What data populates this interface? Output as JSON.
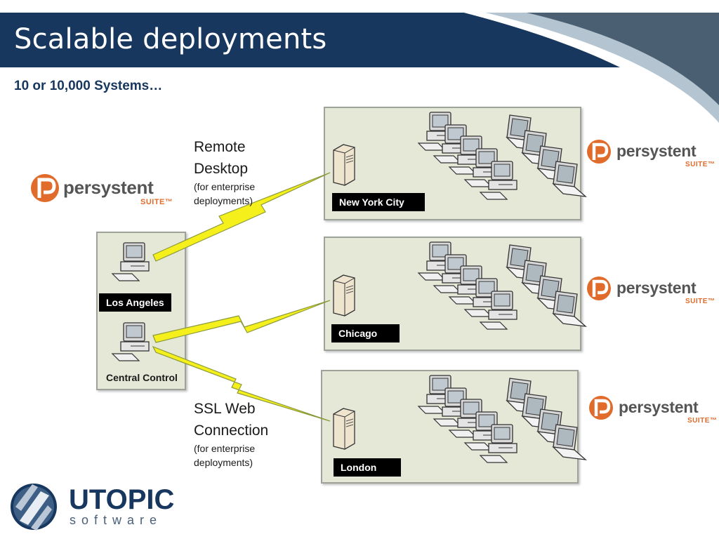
{
  "slide": {
    "title": "Scalable deployments",
    "subtitle": "10 or 10,000 Systems…"
  },
  "central": {
    "site_label": "Los Angeles",
    "control_label": "Central Control"
  },
  "sites": [
    {
      "label": "New York City"
    },
    {
      "label": "Chicago"
    },
    {
      "label": "London"
    }
  ],
  "connections": {
    "remote": {
      "title_line1": "Remote",
      "title_line2": "Desktop",
      "note_line1": "(for enterprise",
      "note_line2": "deployments)"
    },
    "ssl": {
      "title_line1": "SSL Web",
      "title_line2": "Connection",
      "note_line1": "(for enterprise",
      "note_line2": "deployments)"
    }
  },
  "product_logo": {
    "word": "persystent",
    "suite": "SUITE™"
  },
  "company_logo": {
    "word": "UTOPIC",
    "sub": "software"
  },
  "colors": {
    "header": "#17375e",
    "box_fill": "#e6e8d7",
    "accent_orange": "#e06b2a",
    "lightning": "#f5ef1c"
  }
}
